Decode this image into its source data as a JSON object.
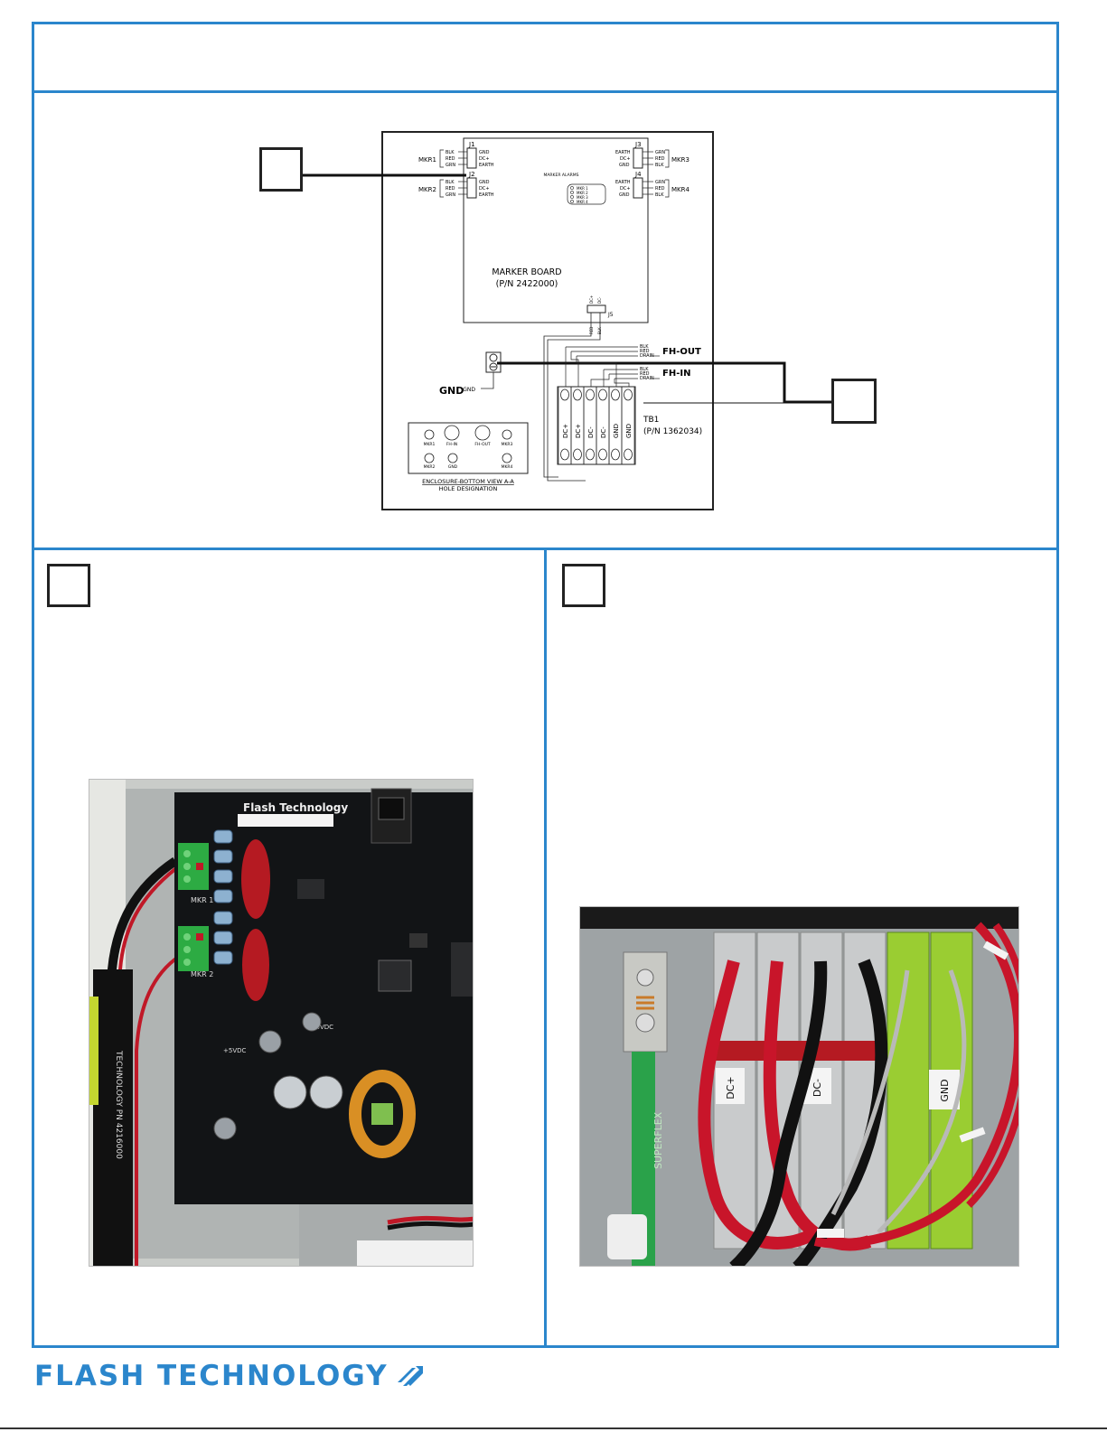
{
  "diagram": {
    "mkr1_label": "MKR1",
    "mkr2_label": "MKR2",
    "mkr3_label": "MKR3",
    "mkr4_label": "MKR4",
    "j1": "J1",
    "j2": "J2",
    "j3": "J3",
    "j4": "J4",
    "j5": "J5",
    "wire_blk": "BLK",
    "wire_red": "RED",
    "wire_grn": "GRN",
    "pin_gnd": "GND",
    "pin_dcp": "DC+",
    "pin_earth": "EARTH",
    "pin_dcm": "DC-",
    "marker_alarms": "MARKER ALARMS",
    "mkr_alarm_1": "MKR 1",
    "mkr_alarm_2": "MKR 2",
    "mkr_alarm_3": "MKR 3",
    "mkr_alarm_4": "MKR 4",
    "board_name": "MARKER BOARD",
    "board_pn": "(P/N 2422000)",
    "fh_out": "FH-OUT",
    "fh_in": "FH-IN",
    "gnd_big": "GND",
    "gnd_small": "GND",
    "tb1": "TB1",
    "tb1_pn": "(P/N 1362034)",
    "drain": "DRAIN",
    "hole_mkr1": "MKR1",
    "hole_fhin": "FH-IN",
    "hole_fhout": "FH-OUT",
    "hole_mkr3": "MKR3",
    "hole_mkr2": "MKR2",
    "hole_gnd": "GND",
    "hole_mkr4": "MKR4",
    "enclosure_view": "ENCLOSURE-BOTTOM VIEW A-A",
    "hole_designation": "HOLE DESIGNATION"
  },
  "photo_left": {
    "logo": "Flash Technology",
    "mkr1": "MKR 1",
    "mkr2": "MKR 2",
    "cable_text": "TECHNOLOGY PN 4216000",
    "v33": "+3.3VDC",
    "v5": "+5VDC"
  },
  "photo_right": {
    "dcp": "DC+",
    "dcm": "DC-",
    "gnd": "GND",
    "green_wire_text": "SUPERFLEX"
  },
  "footer": {
    "brand": "FLASH TECHNOLOGY"
  },
  "colors": {
    "accent": "#2b86cc",
    "wire_red": "#d0202e",
    "terminal_green": "#9acd32"
  }
}
